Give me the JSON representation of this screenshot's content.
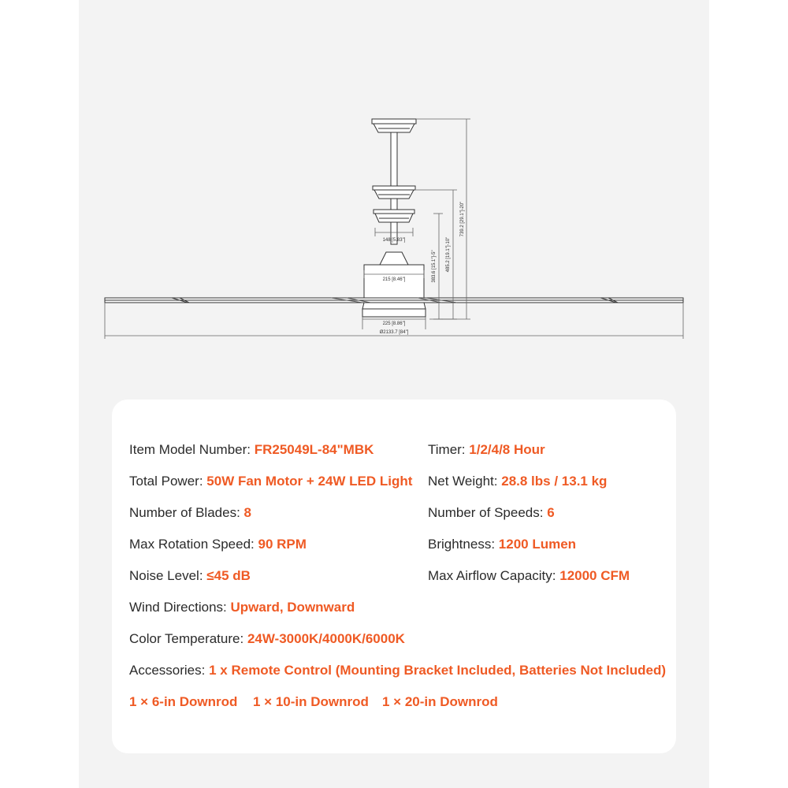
{
  "dimensions": {
    "downrod_canopy_diameter": "148 [5.83\"]",
    "motor_diameter": "215 [8.46\"]",
    "light_diameter": "225 [8.86\"]",
    "blade_span": "Ø2133.7 [84\"]",
    "height_short": "383.6 [15.1\"]-5\"",
    "height_mid": "485.2 [19.1\"]-10\"",
    "height_long": "739.2 [29.1\"]-20\""
  },
  "specs": {
    "model": {
      "label": "Item Model Number:",
      "value": "FR25049L-84\"MBK"
    },
    "timer": {
      "label": "Timer:",
      "value": "1/2/4/8 Hour"
    },
    "power": {
      "label": "Total Power:",
      "value": "50W Fan Motor + 24W LED Light"
    },
    "weight": {
      "label": "Net Weight:",
      "value": "28.8 lbs / 13.1 kg"
    },
    "blades": {
      "label": "Number of Blades:",
      "value": "8"
    },
    "speeds": {
      "label": "Number of Speeds:",
      "value": "6"
    },
    "rotation": {
      "label": "Max Rotation Speed:",
      "value": "90 RPM"
    },
    "brightness": {
      "label": "Brightness:",
      "value": "1200 Lumen"
    },
    "noise": {
      "label": "Noise Level:",
      "value": "≤45 dB"
    },
    "airflow": {
      "label": "Max Airflow Capacity:",
      "value": "12000 CFM"
    },
    "wind": {
      "label": "Wind Directions:",
      "value": "Upward, Downward"
    },
    "color_temp": {
      "label": "Color Temperature:",
      "value": "24W-3000K/4000K/6000K"
    },
    "accessories": {
      "label": "Accessories:",
      "value": "1 x Remote Control (Mounting Bracket Included, Batteries Not Included)"
    }
  },
  "downrods": [
    "1 × 6-in Downrod",
    "1 × 10-in Downrod",
    "1 × 20-in Downrod"
  ],
  "colors": {
    "accent": "#ef5a24",
    "text": "#2b2b2b",
    "panel": "#f3f3f3"
  }
}
